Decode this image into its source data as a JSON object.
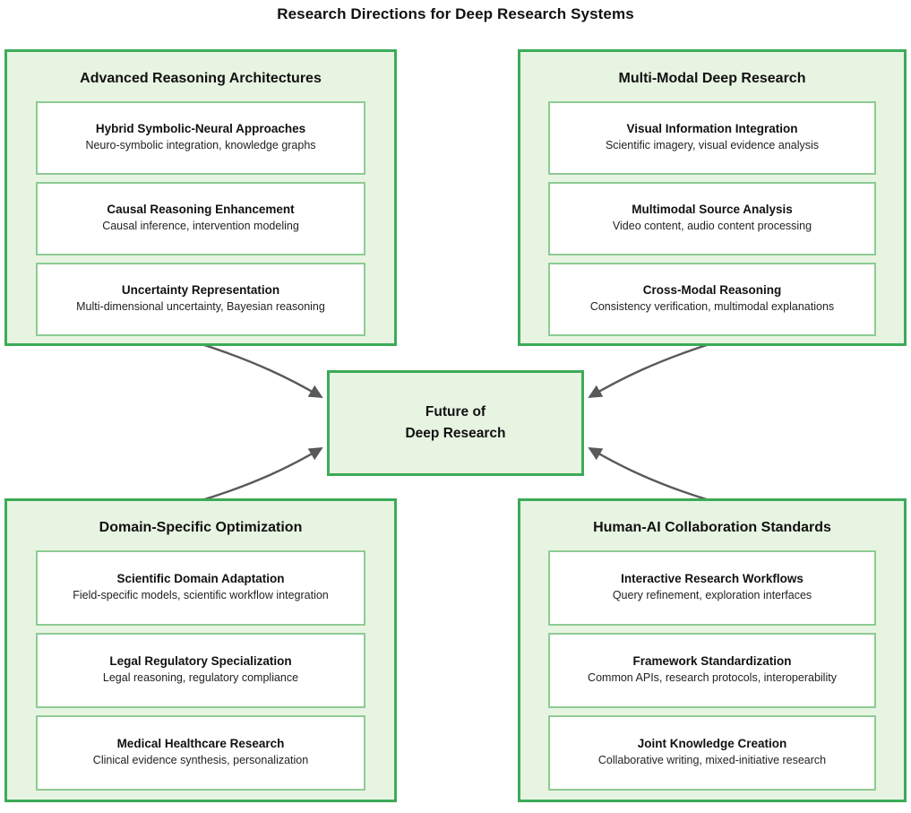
{
  "title": "Research Directions for Deep Research Systems",
  "colors": {
    "panel_fill": "#e7f4e2",
    "panel_border": "#3cab58",
    "card_fill": "#ffffff",
    "card_border": "#8ecb93",
    "arrow": "#595959",
    "text": "#111111",
    "background": "#ffffff"
  },
  "center": {
    "line1": "Future of",
    "line2": "Deep Research"
  },
  "panels": [
    {
      "id": "advanced-reasoning-architectures",
      "heading": "Advanced Reasoning Architectures",
      "cards": [
        {
          "title": "Hybrid Symbolic-Neural Approaches",
          "subtitle": "Neuro-symbolic integration, knowledge graphs"
        },
        {
          "title": "Causal Reasoning Enhancement",
          "subtitle": "Causal inference, intervention modeling"
        },
        {
          "title": "Uncertainty Representation",
          "subtitle": "Multi-dimensional uncertainty, Bayesian reasoning"
        }
      ]
    },
    {
      "id": "multi-modal-deep-research",
      "heading": "Multi-Modal Deep Research",
      "cards": [
        {
          "title": "Visual Information Integration",
          "subtitle": "Scientific imagery, visual evidence analysis"
        },
        {
          "title": "Multimodal Source Analysis",
          "subtitle": "Video content, audio content processing"
        },
        {
          "title": "Cross-Modal Reasoning",
          "subtitle": "Consistency verification, multimodal explanations"
        }
      ]
    },
    {
      "id": "domain-specific-optimization",
      "heading": "Domain-Specific Optimization",
      "cards": [
        {
          "title": "Scientific Domain Adaptation",
          "subtitle": "Field-specific models, scientific workflow integration"
        },
        {
          "title": "Legal Regulatory Specialization",
          "subtitle": "Legal reasoning, regulatory compliance"
        },
        {
          "title": "Medical Healthcare Research",
          "subtitle": "Clinical evidence synthesis, personalization"
        }
      ]
    },
    {
      "id": "human-ai-collaboration-standards",
      "heading": "Human-AI Collaboration Standards",
      "cards": [
        {
          "title": "Interactive Research Workflows",
          "subtitle": "Query refinement, exploration interfaces"
        },
        {
          "title": "Framework Standardization",
          "subtitle": "Common APIs, research protocols, interoperability"
        },
        {
          "title": "Joint Knowledge Creation",
          "subtitle": "Collaborative writing, mixed-initiative research"
        }
      ]
    }
  ],
  "connections": [
    {
      "from": "advanced-reasoning-architectures",
      "to": "center",
      "style": "curved-arrow"
    },
    {
      "from": "multi-modal-deep-research",
      "to": "center",
      "style": "curved-arrow"
    },
    {
      "from": "domain-specific-optimization",
      "to": "center",
      "style": "curved-arrow"
    },
    {
      "from": "human-ai-collaboration-standards",
      "to": "center",
      "style": "curved-arrow"
    }
  ]
}
